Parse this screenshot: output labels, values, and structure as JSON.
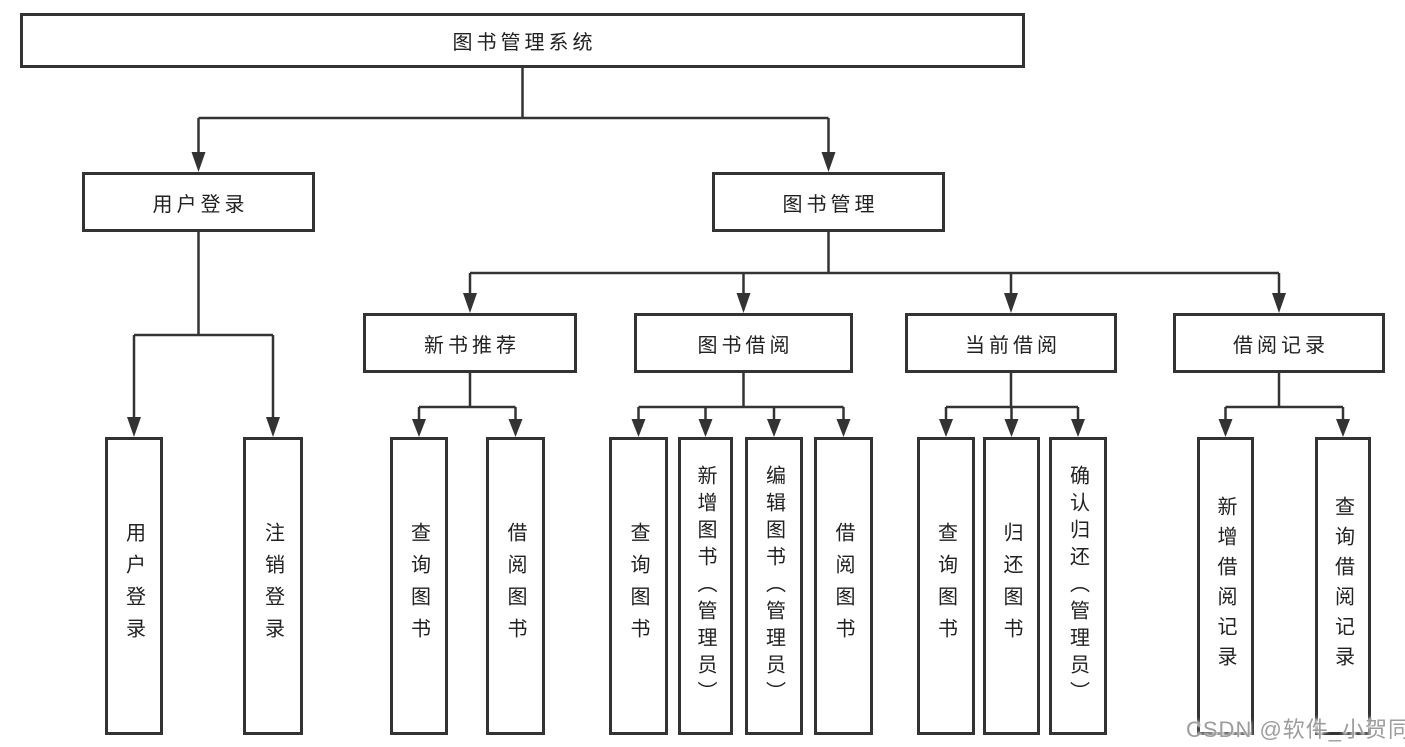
{
  "diagram": {
    "root": {
      "label": "图书管理系统",
      "children": [
        {
          "label": "用户登录",
          "children": [
            {
              "label": "用户登录"
            },
            {
              "label": "注销登录"
            }
          ]
        },
        {
          "label": "图书管理",
          "children": [
            {
              "label": "新书推荐",
              "children": [
                {
                  "label": "查询图书"
                },
                {
                  "label": "借阅图书"
                }
              ]
            },
            {
              "label": "图书借阅",
              "children": [
                {
                  "label": "查询图书"
                },
                {
                  "label": "新增图书（管理员）"
                },
                {
                  "label": "编辑图书（管理员）"
                },
                {
                  "label": "借阅图书"
                }
              ]
            },
            {
              "label": "当前借阅",
              "children": [
                {
                  "label": "查询图书"
                },
                {
                  "label": "归还图书"
                },
                {
                  "label": "确认归还（管理员）"
                }
              ]
            },
            {
              "label": "借阅记录",
              "children": [
                {
                  "label": "新增借阅记录"
                },
                {
                  "label": "查询借阅记录"
                }
              ]
            }
          ]
        }
      ]
    },
    "colors": {
      "line": "#333333",
      "text": "#212121",
      "background": "#ffffff",
      "watermark": "#9d9d9d"
    }
  },
  "watermark": "CSDN @软件_小贺同学"
}
